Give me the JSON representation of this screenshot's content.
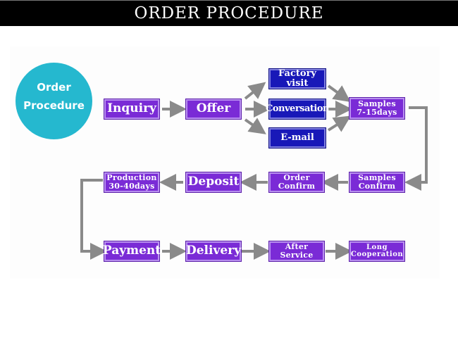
{
  "title": "ORDER PROCEDURE",
  "circle": {
    "line1": "Order",
    "line2": "Procedure",
    "color": "#25b8cf"
  },
  "steps": {
    "inquiry": "Inquiry",
    "offer": "Offer",
    "factory_visit": "Factory visit",
    "conversation": "Conversation",
    "email": "E-mail",
    "samples_days": {
      "line1": "Samples",
      "line2": "7-15days"
    },
    "samples_confirm": {
      "line1": "Samples",
      "line2": "Confirm"
    },
    "order_confirm": {
      "line1": "Order",
      "line2": "Confirm"
    },
    "deposit": "Deposit",
    "production": {
      "line1": "Production",
      "line2": "30-40days"
    },
    "payment": "Payment",
    "delivery": "Delivery",
    "after_service": {
      "line1": "After",
      "line2": "Service"
    },
    "long_cooperation": {
      "line1": "Long",
      "line2": "Cooperation"
    }
  },
  "colors": {
    "step_purple": "#7a2bd6",
    "contact_blue": "#1818b8",
    "arrow_gray": "#8a8a8a"
  }
}
